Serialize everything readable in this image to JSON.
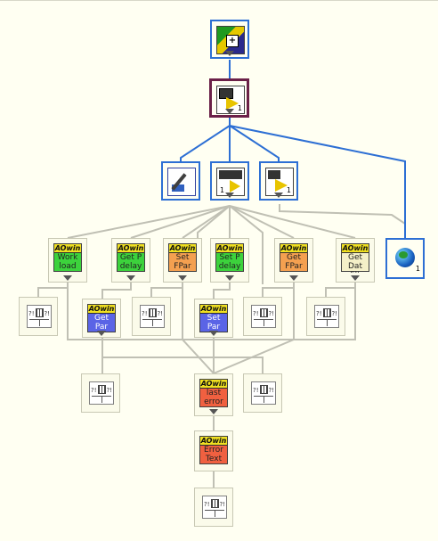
{
  "diagram": {
    "nodes": [
      {
        "id": "toolbar-vi",
        "label": "",
        "icon": "film-plus-icon"
      },
      {
        "id": "main-vi",
        "label": "1",
        "icon": "vi-run-icon"
      },
      {
        "id": "edit-vi",
        "label": "",
        "icon": "pencil-edit-icon"
      },
      {
        "id": "panel-vi",
        "label": "1",
        "icon": "panel-play-icon"
      },
      {
        "id": "run-vi",
        "label": "1",
        "icon": "vi-run-icon"
      },
      {
        "id": "globe-vi",
        "label": "1",
        "icon": "globe-icon"
      },
      {
        "id": "work-load",
        "header": "AOwin",
        "label": "Work\nload",
        "color": "#3cd23c"
      },
      {
        "id": "get-p-delay",
        "header": "AOwin",
        "label": "Get P\ndelay",
        "color": "#3cd23c"
      },
      {
        "id": "set-fpar",
        "header": "AOwin",
        "label": "Set\nFPar",
        "color": "#f4a050"
      },
      {
        "id": "set-p-delay",
        "header": "AOwin",
        "label": "Set P\ndelay",
        "color": "#3cd23c"
      },
      {
        "id": "get-fpar",
        "header": "AOwin",
        "label": "Get\nFPar",
        "color": "#f4a050"
      },
      {
        "id": "get-dat-flt",
        "header": "AOwin",
        "label": "Get\nDat Flt",
        "color": "#f4f0c8"
      },
      {
        "id": "get-par",
        "header": "AOwin",
        "label": "Get\nPar",
        "color": "#5a64e6"
      },
      {
        "id": "set-par",
        "header": "AOwin",
        "label": "Set\nPar",
        "color": "#5a64e6"
      },
      {
        "id": "last-error",
        "header": "AOwin",
        "label": "last\nerror",
        "color": "#f06040"
      },
      {
        "id": "error-text",
        "header": "AOwin",
        "label": "Error\nText",
        "color": "#f06040"
      }
    ],
    "cell_icon_text": {
      "left": "?!",
      "right": "?!"
    },
    "colors": {
      "wire_blue": "#2d6fd4",
      "wire_grey": "#c0c0b4",
      "background": "#fffff2"
    }
  }
}
